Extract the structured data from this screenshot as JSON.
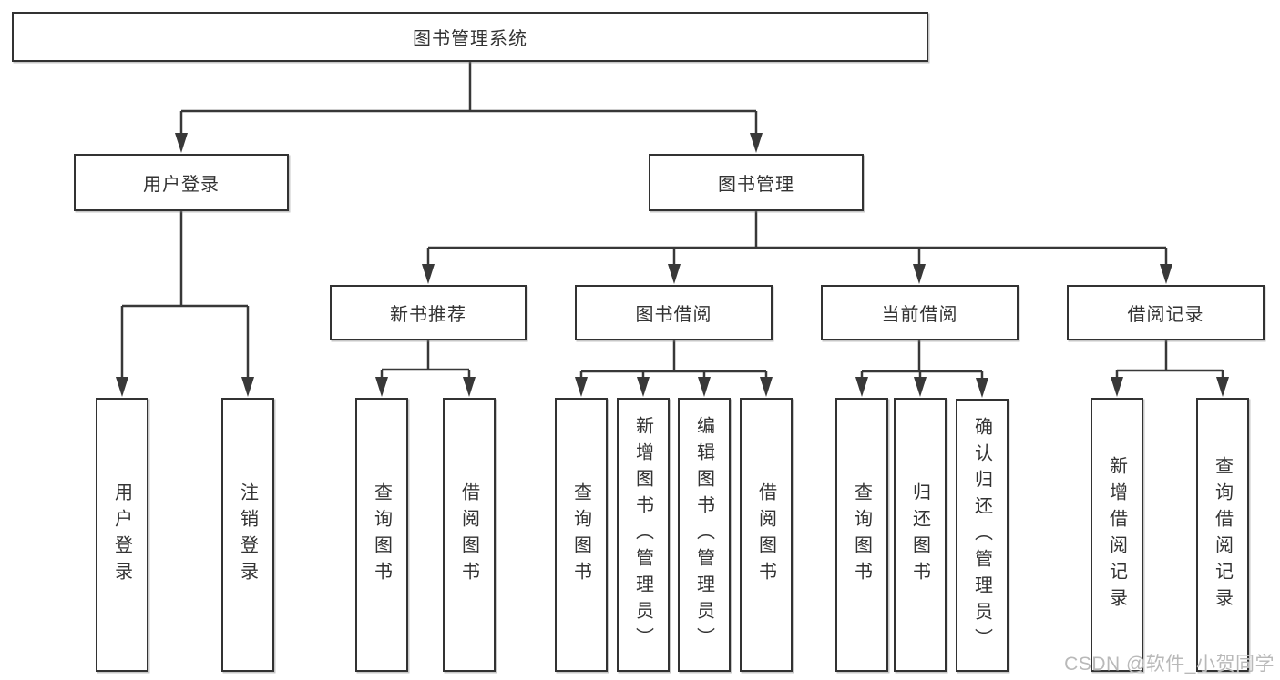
{
  "diagram": {
    "root": {
      "label": "图书管理系统"
    },
    "level2": [
      {
        "label": "用户登录",
        "children": [
          {
            "label": "用户登录"
          },
          {
            "label": "注销登录"
          }
        ]
      },
      {
        "label": "图书管理",
        "children": [
          {
            "label": "新书推荐",
            "children": [
              {
                "label": "查询图书"
              },
              {
                "label": "借阅图书"
              }
            ]
          },
          {
            "label": "图书借阅",
            "children": [
              {
                "label": "查询图书"
              },
              {
                "label": "新增图书（管理员）"
              },
              {
                "label": "编辑图书（管理员）"
              },
              {
                "label": "借阅图书"
              }
            ]
          },
          {
            "label": "当前借阅",
            "children": [
              {
                "label": "查询图书"
              },
              {
                "label": "归还图书"
              },
              {
                "label": "确认归还（管理员）"
              }
            ]
          },
          {
            "label": "借阅记录",
            "children": [
              {
                "label": "新增借阅记录"
              },
              {
                "label": "查询借阅记录"
              }
            ]
          }
        ]
      }
    ]
  },
  "watermark": {
    "text": "CSDN @软件_小贺同学"
  },
  "colors": {
    "line": "#383838",
    "box_border": "#323232",
    "box_fill": "#ffffff",
    "text": "#333333",
    "watermark": "#b9b9b9",
    "background": "#ffffff"
  }
}
